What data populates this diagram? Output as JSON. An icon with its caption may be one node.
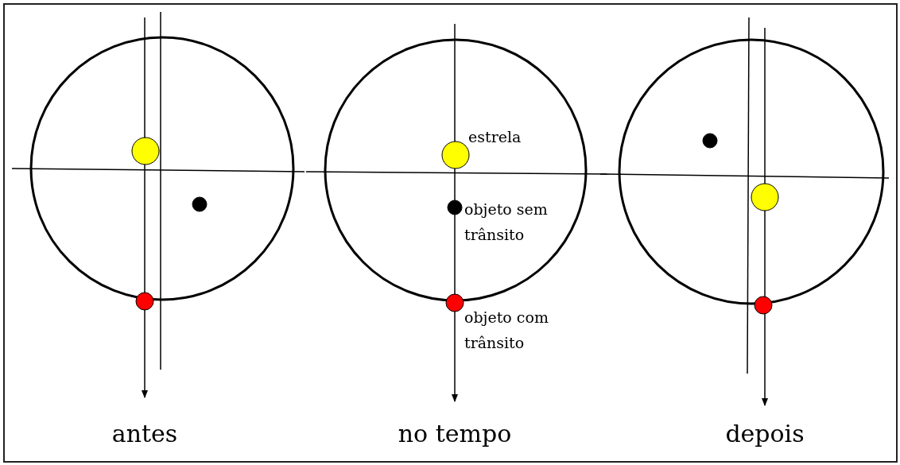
{
  "diagram": {
    "labels": [
      "estrela",
      "objeto sem trânsito",
      "objeto com trânsito",
      "antes",
      "no tempo",
      "depois"
    ]
  }
}
